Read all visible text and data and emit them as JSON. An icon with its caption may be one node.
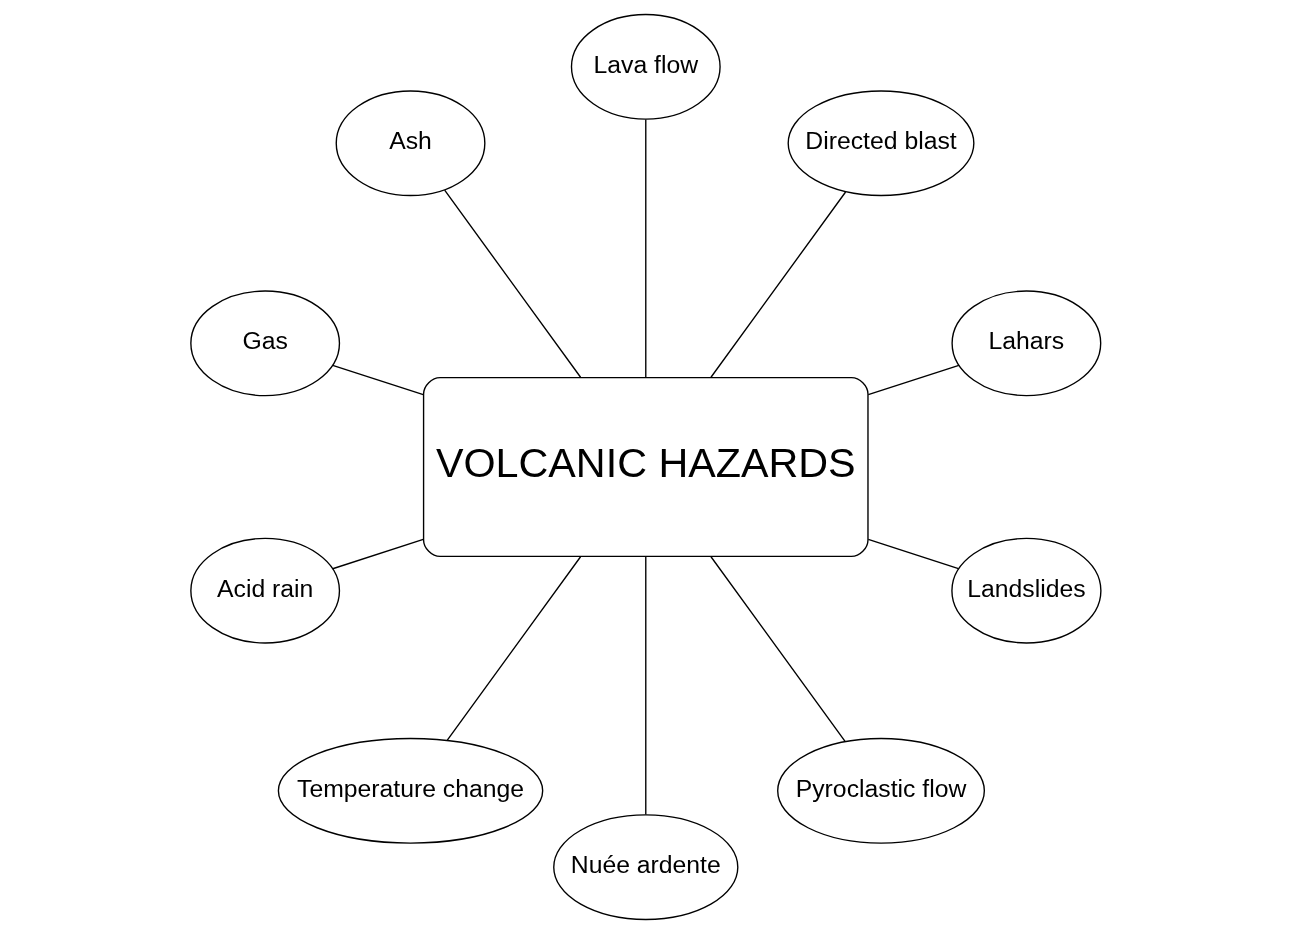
{
  "diagram": {
    "nodes": [
      {
        "text": [
          "VOLCANIC HAZARDS"
        ]
      },
      {
        "text": [
          "Lahars"
        ]
      },
      {
        "text": [
          "Directed blast"
        ]
      },
      {
        "text": [
          "Lava flow"
        ]
      },
      {
        "text": [
          "Ash"
        ]
      },
      {
        "text": [
          "Gas"
        ]
      },
      {
        "text": [
          "Acid rain"
        ]
      },
      {
        "text": [
          "Temperature change"
        ]
      },
      {
        "text": [
          "Nuée ardente"
        ]
      },
      {
        "text": [
          "Pyroclastic flow"
        ]
      },
      {
        "text": [
          "Landslides"
        ]
      }
    ],
    "edges": [
      {
        "from": 0,
        "to": 5,
        "arrow": "none"
      },
      {
        "from": 0,
        "to": 3,
        "arrow": "none"
      },
      {
        "from": 0,
        "to": 1,
        "arrow": "none"
      },
      {
        "from": 0,
        "to": 2,
        "arrow": "none"
      },
      {
        "from": 0,
        "to": 4,
        "arrow": "none"
      },
      {
        "from": 0,
        "to": 6,
        "arrow": "none"
      },
      {
        "from": 0,
        "to": 8,
        "arrow": "none"
      },
      {
        "from": 0,
        "to": 10,
        "arrow": "none"
      },
      {
        "from": 0,
        "to": 9,
        "arrow": "none"
      },
      {
        "from": 0,
        "to": 7,
        "arrow": "none"
      }
    ]
  }
}
